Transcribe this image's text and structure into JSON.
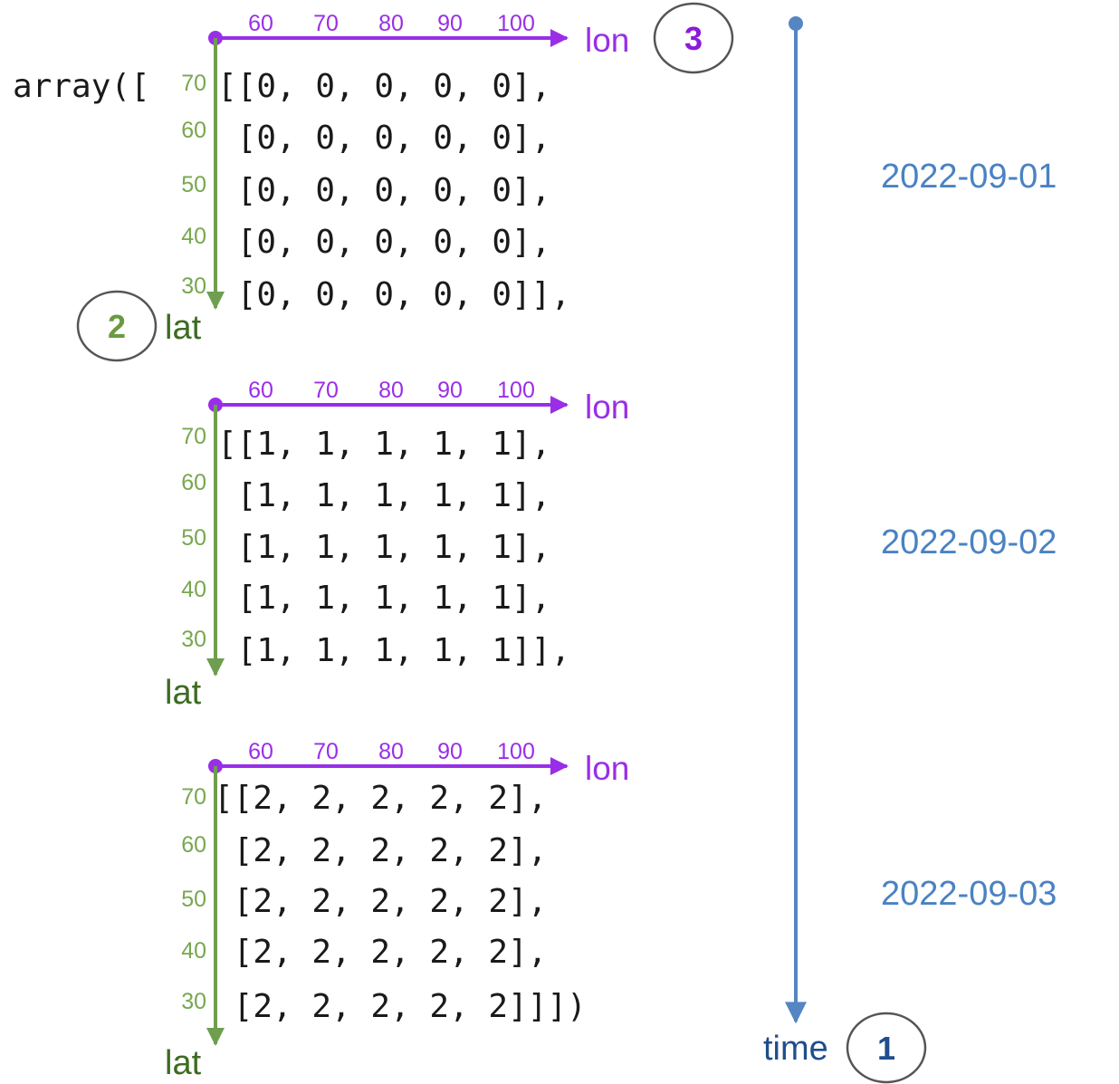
{
  "prefix": "array([",
  "suffix": ")",
  "lon_ticks": [
    "60",
    "70",
    "80",
    "90",
    "100"
  ],
  "lat_ticks": [
    "70",
    "60",
    "50",
    "40",
    "30"
  ],
  "lon_label": "lon",
  "lat_label": "lat",
  "time_label": "time",
  "badges": {
    "time": "1",
    "lat": "2",
    "lon": "3"
  },
  "blocks": [
    {
      "date": "2022-09-01",
      "value": 0
    },
    {
      "date": "2022-09-02",
      "value": 1
    },
    {
      "date": "2022-09-03",
      "value": 2
    }
  ],
  "colors": {
    "lon": "#9a2ee8",
    "lat_axis": "#6f9e4f",
    "lat_tick": "#77a74f",
    "lat_text": "#3d6b22",
    "time_axis": "#5386c2",
    "date_text": "#4a82c3",
    "time_text": "#1f4e8c",
    "badge_border": "#555555",
    "badge_lon_text": "#8a1bd9",
    "badge_lat_text": "#6a9a3f",
    "badge_time_text": "#1f4e8c"
  }
}
